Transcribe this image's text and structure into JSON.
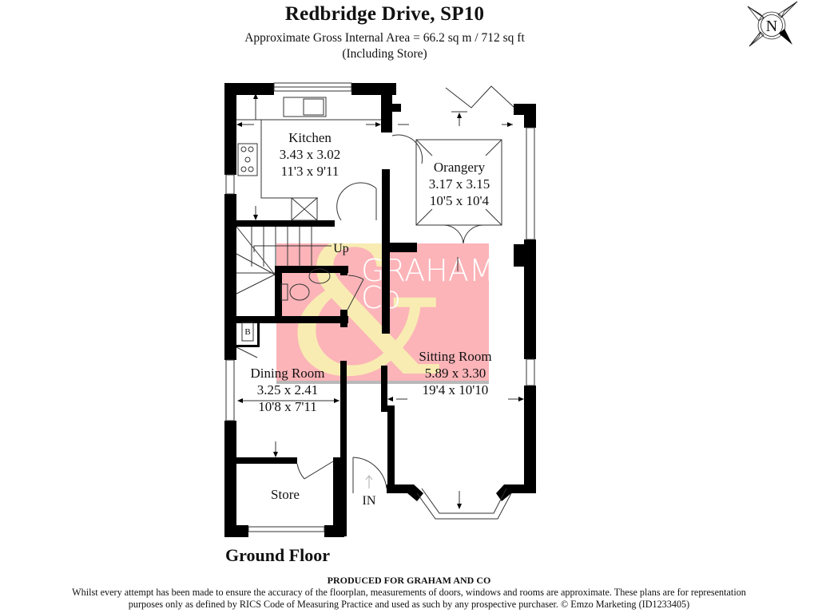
{
  "header": {
    "title": "Redbridge Drive, SP10",
    "area_line": "Approximate Gross Internal Area = 66.2 sq m / 712 sq ft",
    "including_line": "(Including Store)"
  },
  "compass": {
    "label": "N",
    "icon": "north-compass-icon"
  },
  "floor": {
    "label": "Ground Floor"
  },
  "rooms": [
    {
      "name": "Kitchen",
      "metric": "3.43 x 3.02",
      "imperial": "11'3 x 9'11"
    },
    {
      "name": "Orangery",
      "metric": "3.17 x 3.15",
      "imperial": "10'5 x 10'4"
    },
    {
      "name": "Sitting Room",
      "metric": "5.89 x 3.30",
      "imperial": "19'4 x 10'10"
    },
    {
      "name": "Dining Room",
      "metric": "3.25 x 2.41",
      "imperial": "10'8 x 7'11"
    },
    {
      "name": "Store"
    }
  ],
  "markers": {
    "stairs": "Up",
    "entrance": "IN",
    "boiler": "B"
  },
  "watermark": {
    "line1": "GRAHAM",
    "line2": "Co",
    "symbol": "&",
    "color": "#fcb4b8",
    "symbol_color": "#f8ecb2"
  },
  "footer": {
    "produced": "PRODUCED FOR GRAHAM AND CO",
    "disclaimer_line1": "Whilst every attempt has been made to ensure the accuracy of the floorplan, measurements of doors, windows and rooms are approximate. These plans are for representation",
    "disclaimer_line2": "purposes only as defined by RICS Code of Measuring Practice and used as such by any prospective purchaser. © Emzo Marketing (ID1233405)"
  }
}
